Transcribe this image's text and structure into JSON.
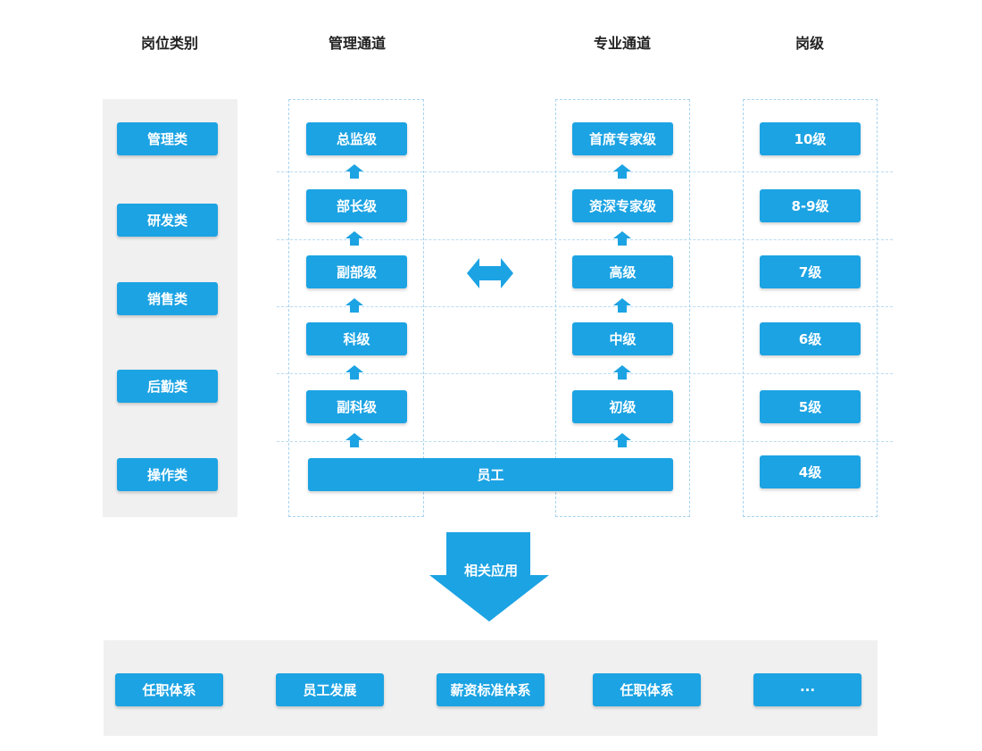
{
  "headers": {
    "category": "岗位类别",
    "management": "管理通道",
    "professional": "专业通道",
    "grade": "岗级"
  },
  "categories": [
    "管理类",
    "研发类",
    "销售类",
    "后勤类",
    "操作类"
  ],
  "management_track": [
    "总监级",
    "部长级",
    "副部级",
    "科级",
    "副科级"
  ],
  "professional_track": [
    "首席专家级",
    "资深专家级",
    "高级",
    "中级",
    "初级"
  ],
  "grades": [
    "10级",
    "8-9级",
    "7级",
    "6级",
    "5级",
    "4级"
  ],
  "base_label": "员工",
  "application_label": "相关应用",
  "applications": [
    "任职体系",
    "员工发展",
    "薪资标准体系",
    "任职体系",
    "···"
  ],
  "colors": {
    "box": "#1ca3e3",
    "arrow": "#1ca3e3",
    "panel": "#f0f0f0",
    "dashed": "#a9d3ef"
  }
}
